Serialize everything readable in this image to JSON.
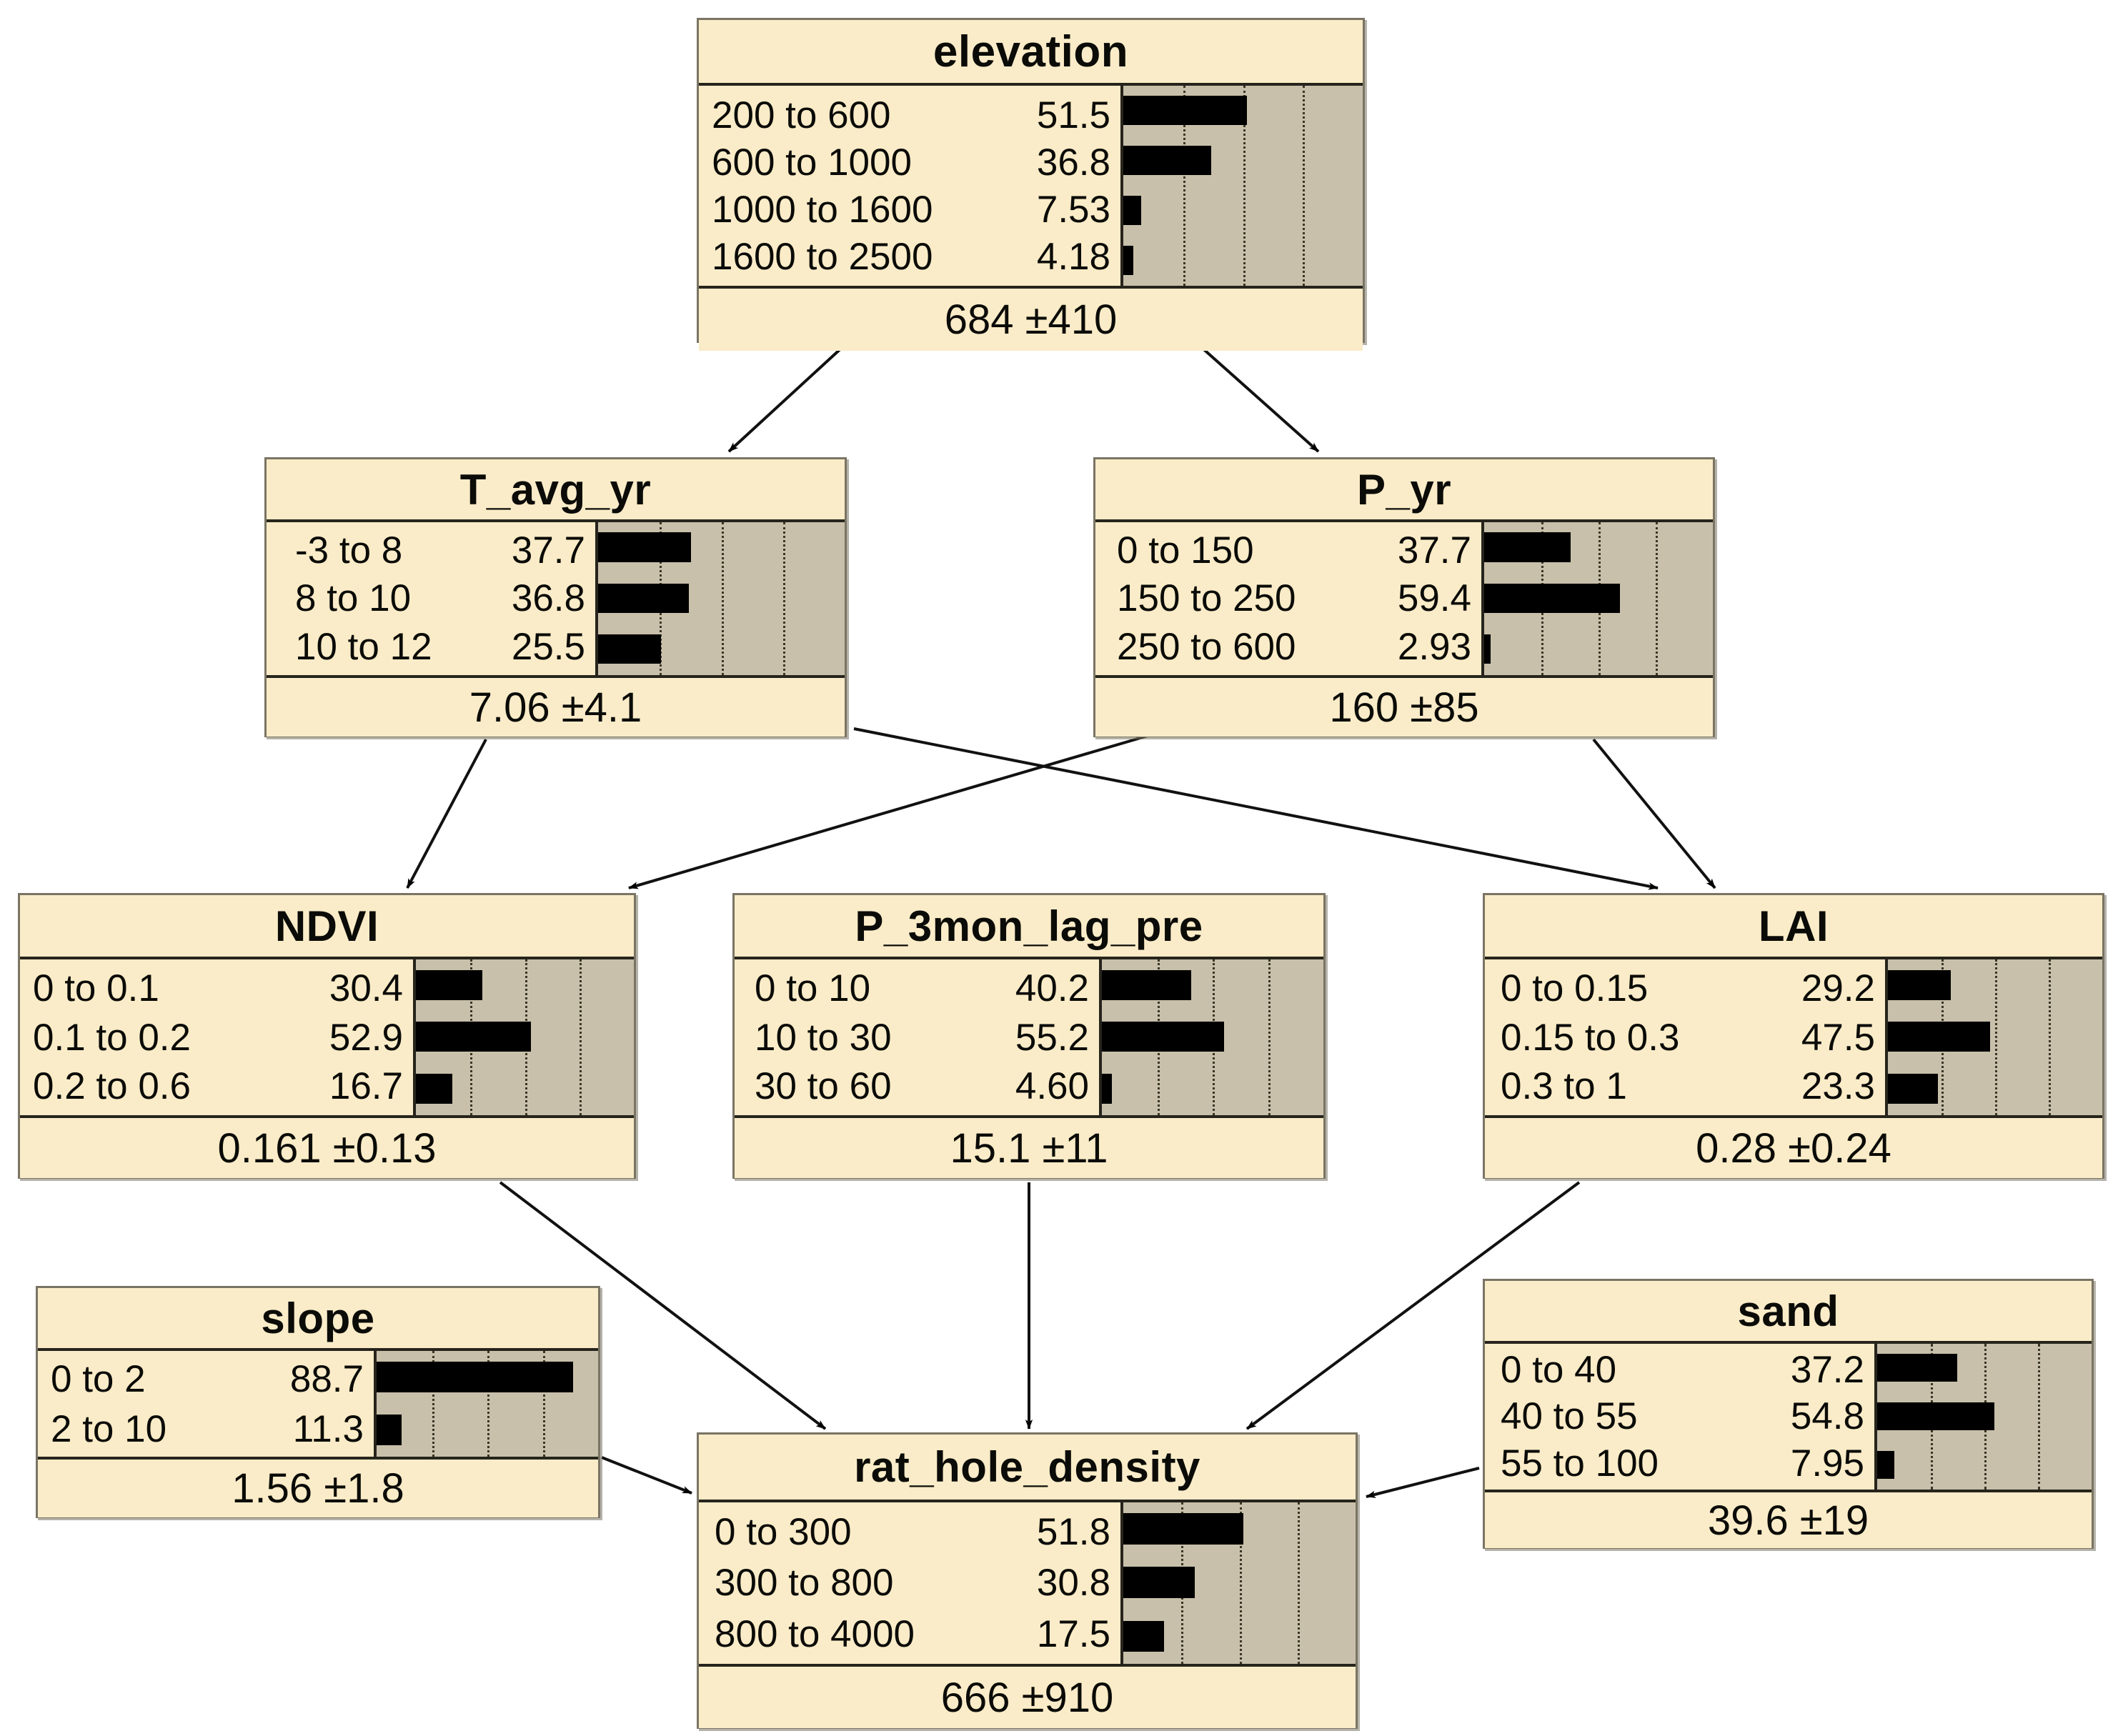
{
  "diagram": {
    "type": "bayesian-network",
    "target_node": "rat_hole_density",
    "bar_axis": {
      "min": 0,
      "max": 100,
      "gridlines": [
        25,
        50,
        75
      ]
    }
  },
  "nodes": [
    {
      "id": "elevation",
      "title": "elevation",
      "summary": "684 ±410",
      "mean": 684,
      "sd": 410,
      "states": [
        {
          "label": "200 to 600",
          "value": "51.5",
          "pct": 51.5
        },
        {
          "label": "600 to 1000",
          "value": "36.8",
          "pct": 36.8
        },
        {
          "label": "1000 to 1600",
          "value": "7.53",
          "pct": 7.53
        },
        {
          "label": "1600 to 2500",
          "value": "4.18",
          "pct": 4.18
        }
      ]
    },
    {
      "id": "T_avg_yr",
      "title": "T_avg_yr",
      "summary": "7.06 ±4.1",
      "mean": 7.06,
      "sd": 4.1,
      "states": [
        {
          "label": "-3 to 8",
          "value": "37.7",
          "pct": 37.7
        },
        {
          "label": "8 to 10",
          "value": "36.8",
          "pct": 36.8
        },
        {
          "label": "10 to 12",
          "value": "25.5",
          "pct": 25.5
        }
      ]
    },
    {
      "id": "P_yr",
      "title": "P_yr",
      "summary": "160 ±85",
      "mean": 160,
      "sd": 85,
      "states": [
        {
          "label": "0 to 150",
          "value": "37.7",
          "pct": 37.7
        },
        {
          "label": "150 to 250",
          "value": "59.4",
          "pct": 59.4
        },
        {
          "label": "250 to 600",
          "value": "2.93",
          "pct": 2.93
        }
      ]
    },
    {
      "id": "NDVI",
      "title": "NDVI",
      "summary": "0.161 ±0.13",
      "mean": 0.161,
      "sd": 0.13,
      "states": [
        {
          "label": "0 to 0.1",
          "value": "30.4",
          "pct": 30.4
        },
        {
          "label": "0.1 to 0.2",
          "value": "52.9",
          "pct": 52.9
        },
        {
          "label": "0.2 to 0.6",
          "value": "16.7",
          "pct": 16.7
        }
      ]
    },
    {
      "id": "P_3mon_lag_pre",
      "title": "P_3mon_lag_pre",
      "summary": "15.1 ±11",
      "mean": 15.1,
      "sd": 11,
      "states": [
        {
          "label": "0 to 10",
          "value": "40.2",
          "pct": 40.2
        },
        {
          "label": "10 to 30",
          "value": "55.2",
          "pct": 55.2
        },
        {
          "label": "30 to 60",
          "value": "4.60",
          "pct": 4.6
        }
      ]
    },
    {
      "id": "LAI",
      "title": "LAI",
      "summary": "0.28 ±0.24",
      "mean": 0.28,
      "sd": 0.24,
      "states": [
        {
          "label": "0 to 0.15",
          "value": "29.2",
          "pct": 29.2
        },
        {
          "label": "0.15 to 0.3",
          "value": "47.5",
          "pct": 47.5
        },
        {
          "label": "0.3 to 1",
          "value": "23.3",
          "pct": 23.3
        }
      ]
    },
    {
      "id": "slope",
      "title": "slope",
      "summary": "1.56 ±1.8",
      "mean": 1.56,
      "sd": 1.8,
      "states": [
        {
          "label": "0 to 2",
          "value": "88.7",
          "pct": 88.7
        },
        {
          "label": "2 to 10",
          "value": "11.3",
          "pct": 11.3
        }
      ]
    },
    {
      "id": "sand",
      "title": "sand",
      "summary": "39.6 ±19",
      "mean": 39.6,
      "sd": 19,
      "states": [
        {
          "label": "0 to 40",
          "value": "37.2",
          "pct": 37.2
        },
        {
          "label": "40 to 55",
          "value": "54.8",
          "pct": 54.8
        },
        {
          "label": "55 to 100",
          "value": "7.95",
          "pct": 7.95
        }
      ]
    },
    {
      "id": "rat_hole_density",
      "title": "rat_hole_density",
      "summary": "666 ±910",
      "mean": 666,
      "sd": 910,
      "states": [
        {
          "label": "0 to 300",
          "value": "51.8",
          "pct": 51.8
        },
        {
          "label": "300 to 800",
          "value": "30.8",
          "pct": 30.8
        },
        {
          "label": "800 to 4000",
          "value": "17.5",
          "pct": 17.5
        }
      ]
    }
  ],
  "edges": [
    {
      "from": "elevation",
      "to": "T_avg_yr"
    },
    {
      "from": "elevation",
      "to": "P_yr"
    },
    {
      "from": "T_avg_yr",
      "to": "NDVI"
    },
    {
      "from": "T_avg_yr",
      "to": "LAI"
    },
    {
      "from": "P_yr",
      "to": "NDVI"
    },
    {
      "from": "P_yr",
      "to": "LAI"
    },
    {
      "from": "NDVI",
      "to": "rat_hole_density"
    },
    {
      "from": "P_3mon_lag_pre",
      "to": "rat_hole_density"
    },
    {
      "from": "LAI",
      "to": "rat_hole_density"
    },
    {
      "from": "slope",
      "to": "rat_hole_density"
    },
    {
      "from": "sand",
      "to": "rat_hole_density"
    }
  ]
}
